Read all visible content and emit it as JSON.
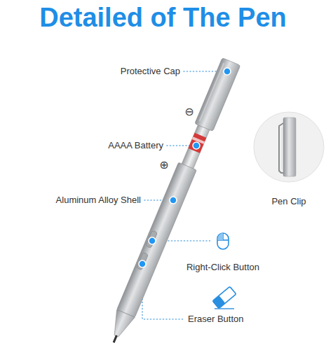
{
  "diagram": {
    "title": "Detailed of The Pen",
    "labels": [
      "Protective Cap",
      "⊖",
      "AAAA Battery",
      "⊕",
      "Aluminum Alloy Shell",
      "Pen Clip",
      "Right-Click Button",
      "Eraser Button"
    ]
  }
}
